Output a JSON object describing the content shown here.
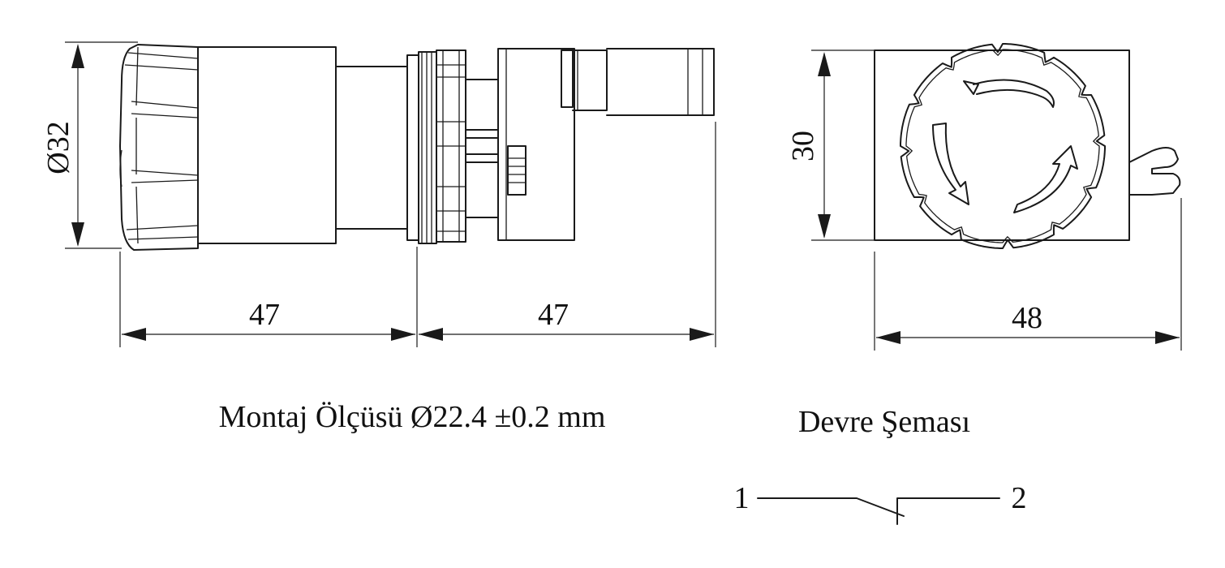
{
  "dimensions": {
    "diameter": "Ø32",
    "left_length": "47",
    "right_length": "47",
    "height": "30",
    "width": "48"
  },
  "captions": {
    "mounting": "Montaj Ölçüsü Ø22.4 ±0.2 mm",
    "circuit_title": "Devre Şeması"
  },
  "circuit": {
    "pin_1": "1",
    "pin_2": "2"
  },
  "colors": {
    "line": "#1a1a1a",
    "background": "#ffffff"
  }
}
